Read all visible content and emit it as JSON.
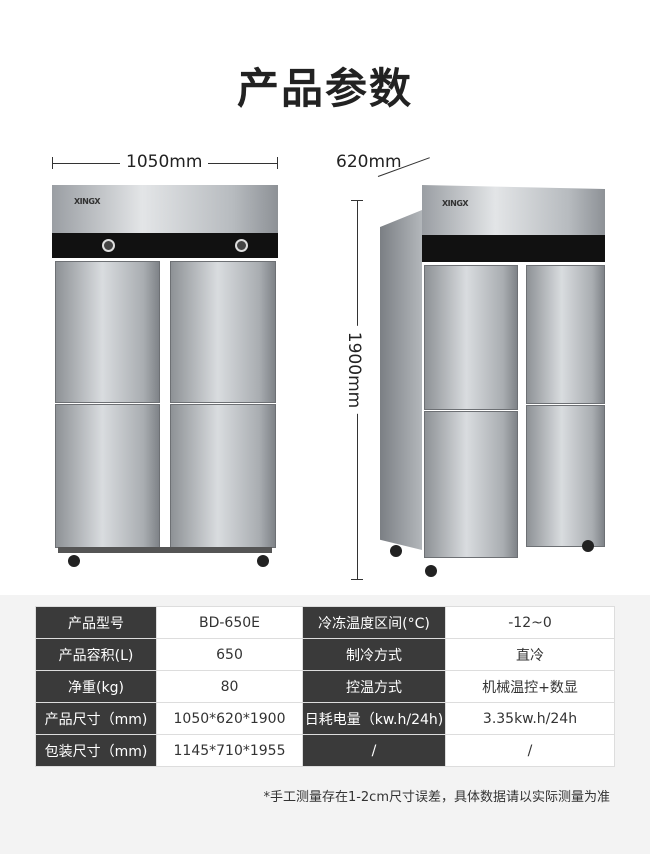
{
  "title": "产品参数",
  "dimensions": {
    "width": "1050mm",
    "depth": "620mm",
    "height": "1900mm"
  },
  "logo": "XINGX",
  "specs": [
    {
      "k1": "产品型号",
      "v1": "BD-650E",
      "k2": "冷冻温度区间(°C)",
      "v2": "-12~0"
    },
    {
      "k1": "产品容积(L)",
      "v1": "650",
      "k2": "制冷方式",
      "v2": "直冷"
    },
    {
      "k1": "净重(kg)",
      "v1": "80",
      "k2": "控温方式",
      "v2": "机械温控+数显"
    },
    {
      "k1": "产品尺寸（mm)",
      "v1": "1050*620*1900",
      "k2": "日耗电量（kw.h/24h)",
      "v2": "3.35kw.h/24h"
    },
    {
      "k1": "包装尺寸（mm)",
      "v1": "1145*710*1955",
      "k2": "/",
      "v2": "/"
    }
  ],
  "note": "*手工测量存在1-2cm尺寸误差，具体数据请以实际测量为准"
}
